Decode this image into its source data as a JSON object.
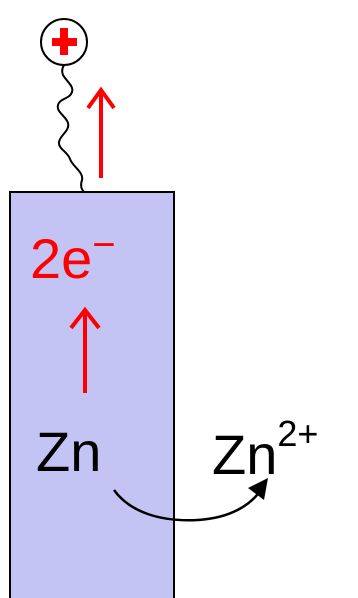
{
  "terminal": {
    "sign": "+"
  },
  "electrode": {
    "electrons_label": "2e",
    "electrons_charge": "−",
    "metal_label": "Zn"
  },
  "ion": {
    "symbol": "Zn",
    "charge": "2+"
  },
  "colors": {
    "electrode_fill": "#c4c4f4",
    "electrode_stroke": "#000000",
    "electron_color": "#ff0000",
    "text": "#000000",
    "terminal_plus": "#ff0000"
  }
}
